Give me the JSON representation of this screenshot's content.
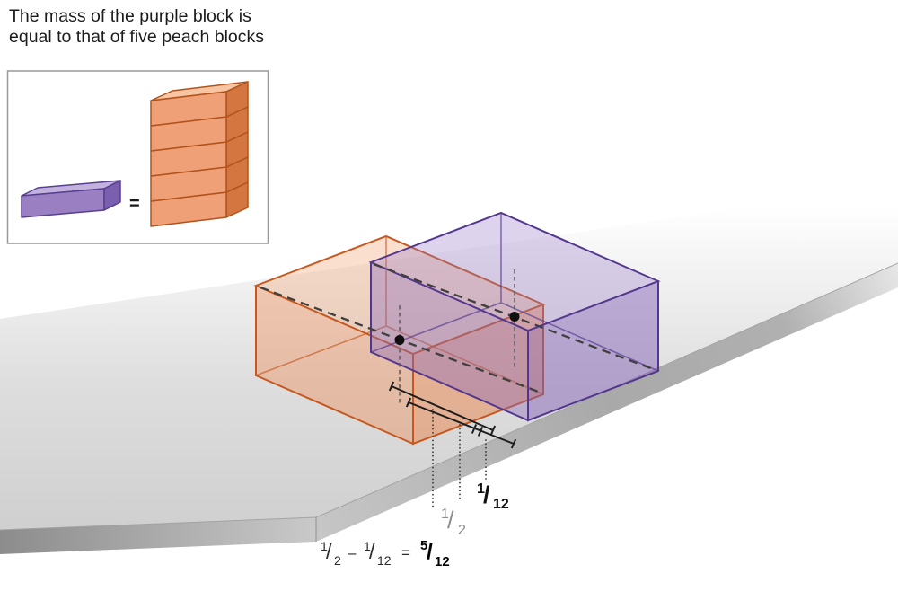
{
  "caption": {
    "lines": [
      "The mass of the purple block is",
      "equal to that of five peach blocks"
    ]
  },
  "legend": {
    "equals": "="
  },
  "measurements": {
    "slash": "/",
    "half": {
      "num": "1",
      "den": "2"
    },
    "twelfth": {
      "num": "1",
      "den": "12"
    },
    "equation": {
      "a": {
        "num": "1",
        "den": "2"
      },
      "minus": "–",
      "b": {
        "num": "1",
        "den": "12"
      },
      "equals": "=",
      "result": {
        "num": "5",
        "den": "12"
      }
    }
  },
  "colors": {
    "purple_block": {
      "stroke": "#53378e",
      "top": "rgba(148,118,196,0.32)",
      "side": "rgba(138,106,188,0.40)",
      "end": "rgba(128,95,182,0.48)"
    },
    "orange_block": {
      "stroke": "#c5581e",
      "top": "rgba(242,148,92,0.30)",
      "side": "rgba(238,132,74,0.38)",
      "end": "rgba(235,122,60,0.45)"
    },
    "legend_purple": {
      "front": "#9b7fc3",
      "top": "#c3b2dd",
      "end": "#7a5fae",
      "stroke": "#57408f"
    },
    "legend_peach": {
      "front": "#efa077",
      "top": "#f7c5a2",
      "side": "#d4763f",
      "stroke": "#b2521c"
    },
    "table": {
      "top_near": "#d0d0d0",
      "top_far": "#ffffff",
      "side_left": "#8c8c8c",
      "side_right": "#a9a9a9"
    },
    "com_dot": "#111111",
    "label_gray": "#8f8f8f",
    "text": "#1b1b1b"
  }
}
